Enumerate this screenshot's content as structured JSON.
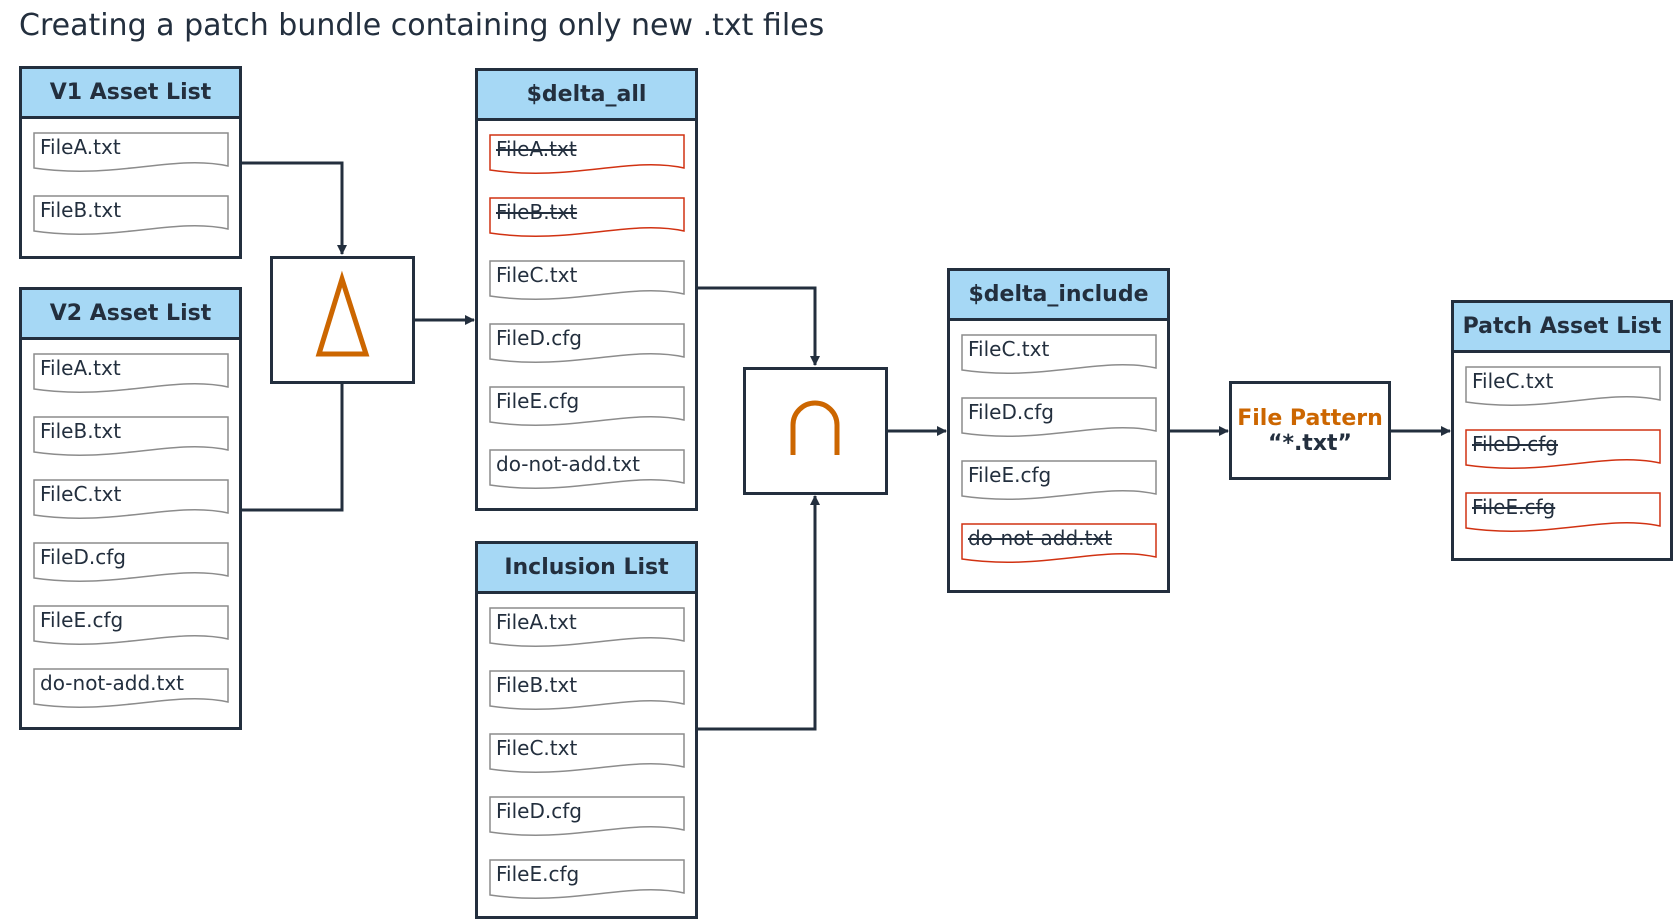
{
  "title": "Creating a patch bundle containing only new .txt files",
  "colors": {
    "header_fill": "#a6d8f5",
    "border": "#232f3e",
    "accent": "#cc6600",
    "excluded": "#d13212",
    "normal": "#8c8c8c"
  },
  "panels": {
    "v1": {
      "title": "V1 Asset List",
      "files": [
        {
          "name": "FileA.txt",
          "excluded": false
        },
        {
          "name": "FileB.txt",
          "excluded": false
        }
      ]
    },
    "v2": {
      "title": "V2 Asset List",
      "files": [
        {
          "name": "FileA.txt",
          "excluded": false
        },
        {
          "name": "FileB.txt",
          "excluded": false
        },
        {
          "name": "FileC.txt",
          "excluded": false
        },
        {
          "name": "FileD.cfg",
          "excluded": false
        },
        {
          "name": "FileE.cfg",
          "excluded": false
        },
        {
          "name": "do-not-add.txt",
          "excluded": false
        }
      ]
    },
    "delta_all": {
      "title": "$delta_all",
      "files": [
        {
          "name": "FileA.txt",
          "excluded": true
        },
        {
          "name": "FileB.txt",
          "excluded": true
        },
        {
          "name": "FileC.txt",
          "excluded": false
        },
        {
          "name": "FileD.cfg",
          "excluded": false
        },
        {
          "name": "FileE.cfg",
          "excluded": false
        },
        {
          "name": "do-not-add.txt",
          "excluded": false
        }
      ]
    },
    "inclusion": {
      "title": "Inclusion List",
      "files": [
        {
          "name": "FileA.txt",
          "excluded": false
        },
        {
          "name": "FileB.txt",
          "excluded": false
        },
        {
          "name": "FileC.txt",
          "excluded": false
        },
        {
          "name": "FileD.cfg",
          "excluded": false
        },
        {
          "name": "FileE.cfg",
          "excluded": false
        }
      ]
    },
    "delta_include": {
      "title": "$delta_include",
      "files": [
        {
          "name": "FileC.txt",
          "excluded": false
        },
        {
          "name": "FileD.cfg",
          "excluded": false
        },
        {
          "name": "FileE.cfg",
          "excluded": false
        },
        {
          "name": "do-not-add.txt",
          "excluded": true
        }
      ]
    },
    "patch": {
      "title": "Patch Asset List",
      "files": [
        {
          "name": "FileC.txt",
          "excluded": false
        },
        {
          "name": "FileD.cfg",
          "excluded": true
        },
        {
          "name": "FileE.cfg",
          "excluded": true
        }
      ]
    }
  },
  "operators": {
    "delta": {
      "icon": "delta-icon"
    },
    "intersect": {
      "icon": "intersection-icon"
    }
  },
  "filter": {
    "name": "File Pattern",
    "pattern": "“*.txt”"
  }
}
